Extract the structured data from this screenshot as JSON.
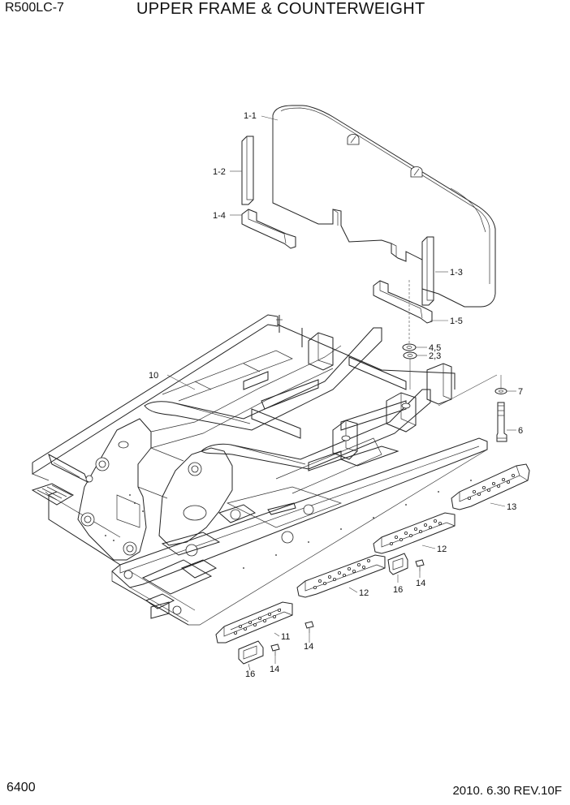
{
  "header": {
    "model": "R500LC-7",
    "title": "UPPER FRAME & COUNTERWEIGHT"
  },
  "footer": {
    "page": "6400",
    "date_rev": "2010. 6.30  REV.10F"
  },
  "callouts": [
    "1-1",
    "1-2",
    "1-4",
    "1-3",
    "1-5",
    "4,5",
    "2,3",
    "10",
    "7",
    "6",
    "13",
    "12",
    "12",
    "16",
    "14",
    "11",
    "14",
    "16",
    "14"
  ]
}
